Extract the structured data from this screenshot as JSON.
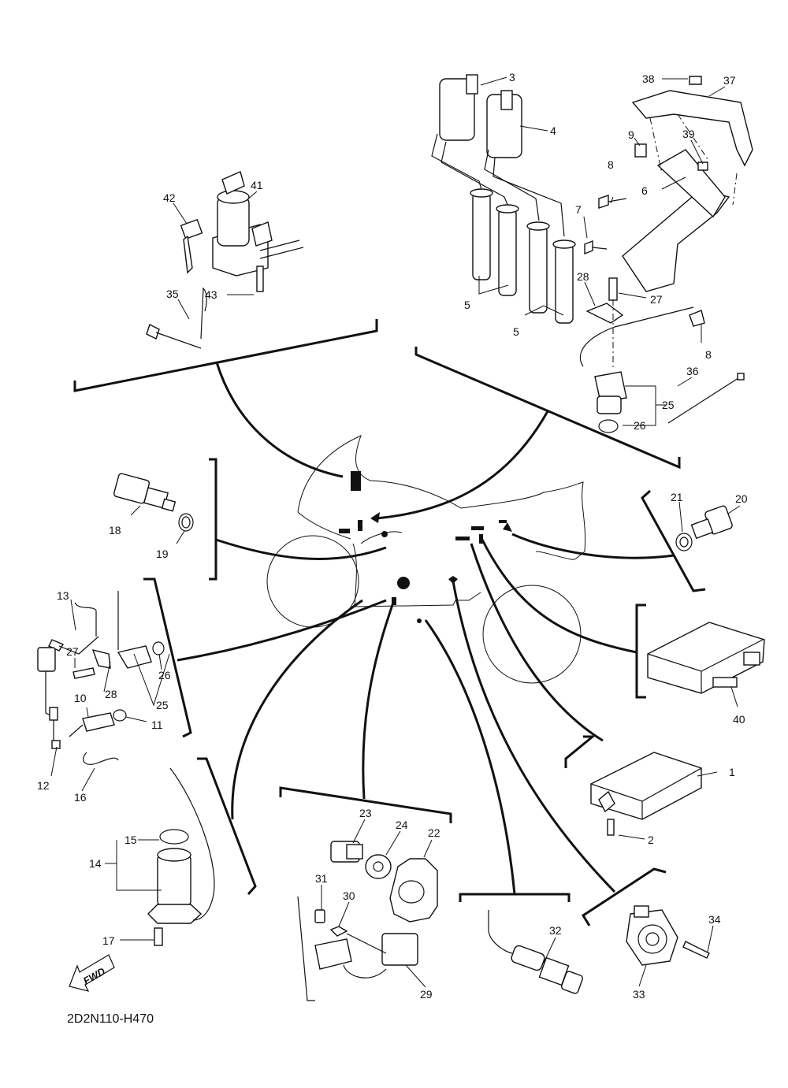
{
  "drawing_code": "2D2N110-H470",
  "fwd_label": "FWD",
  "callouts": [
    "1",
    "2",
    "3",
    "4",
    "5",
    "5",
    "6",
    "7",
    "8",
    "8",
    "9",
    "10",
    "11",
    "12",
    "13",
    "14",
    "15",
    "16",
    "17",
    "18",
    "19",
    "20",
    "21",
    "22",
    "23",
    "24",
    "25",
    "25",
    "26",
    "26",
    "27",
    "27",
    "28",
    "28",
    "29",
    "30",
    "31",
    "32",
    "33",
    "34",
    "35",
    "36",
    "37",
    "38",
    "39",
    "40",
    "41",
    "42",
    "43"
  ],
  "colors": {
    "line": "#111111",
    "background": "#ffffff"
  }
}
